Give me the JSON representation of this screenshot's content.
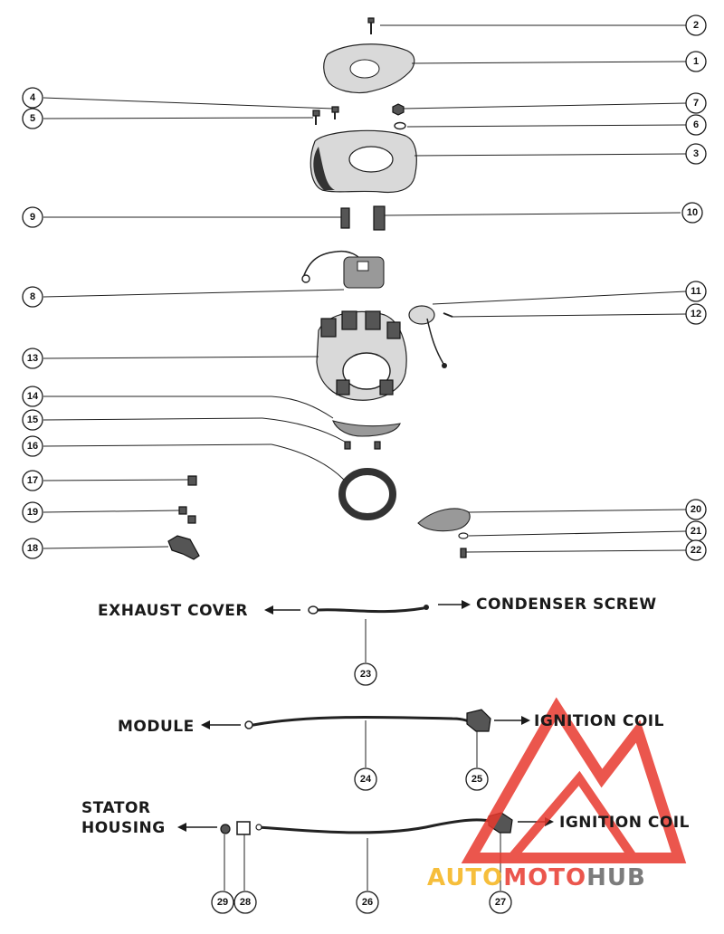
{
  "callouts": [
    {
      "n": "1"
    },
    {
      "n": "2"
    },
    {
      "n": "3"
    },
    {
      "n": "4"
    },
    {
      "n": "5"
    },
    {
      "n": "6"
    },
    {
      "n": "7"
    },
    {
      "n": "8"
    },
    {
      "n": "9"
    },
    {
      "n": "10"
    },
    {
      "n": "11"
    },
    {
      "n": "12"
    },
    {
      "n": "13"
    },
    {
      "n": "14"
    },
    {
      "n": "15"
    },
    {
      "n": "16"
    },
    {
      "n": "17"
    },
    {
      "n": "18"
    },
    {
      "n": "19"
    },
    {
      "n": "20"
    },
    {
      "n": "21"
    },
    {
      "n": "22"
    },
    {
      "n": "23"
    },
    {
      "n": "24"
    },
    {
      "n": "25"
    },
    {
      "n": "26"
    },
    {
      "n": "27"
    },
    {
      "n": "28"
    },
    {
      "n": "29"
    }
  ],
  "labels": {
    "exhaust_cover": "EXHAUST COVER",
    "condenser_screw": "CONDENSER SCREW",
    "module": "MODULE",
    "ignition_coil_1": "IGNITION COIL",
    "stator_line1": "STATOR",
    "stator_line2": "HOUSING",
    "ignition_coil_2": "IGNITION COIL"
  },
  "watermark": {
    "auto": "AUTO",
    "moto": "MOTO",
    "hub": "HUB",
    "colors": {
      "auto": "#f5b31a",
      "moto": "#e8392e",
      "hub": "#666666",
      "triangle": "#e8392e"
    }
  }
}
